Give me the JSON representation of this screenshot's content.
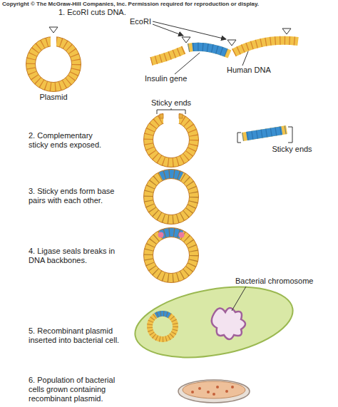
{
  "diagram": {
    "labels": [
      "Copyright © The McGraw-Hill Companies, Inc. Permission required for reproduction or display.",
      "EcoRI",
      "1. EcoRI cuts DNA.",
      "Plasmid",
      "Insulin gene",
      "Human DNA",
      "Sticky ends",
      "2. Complementary sticky ends exposed.",
      "Sticky ends",
      "3. Sticky ends form base pairs with each other.",
      "4. Ligase seals breaks in DNA backbones.",
      "Bacterial chromosome",
      "5. Recombinant plasmid inserted into bacterial cell.",
      "6. Population of bacterial cells grown containing recombinant plasmid."
    ]
  }
}
